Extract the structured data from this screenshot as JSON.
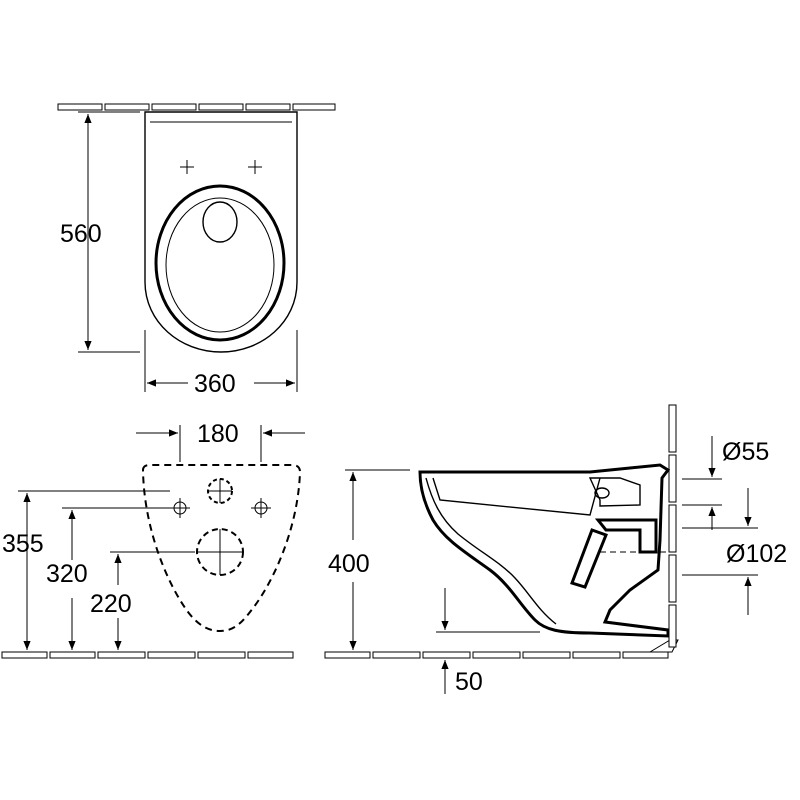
{
  "dimensions": {
    "depth": "560",
    "width": "360",
    "fixing_spacing": "180",
    "fixing_height_upper": "355",
    "fixing_height_lower": "320",
    "waste_height": "220",
    "rim_height": "400",
    "floor_offset": "50",
    "inlet_diameter": "Ø55",
    "outlet_diameter": "Ø102"
  },
  "colors": {
    "line": "#000000",
    "background": "#ffffff"
  }
}
